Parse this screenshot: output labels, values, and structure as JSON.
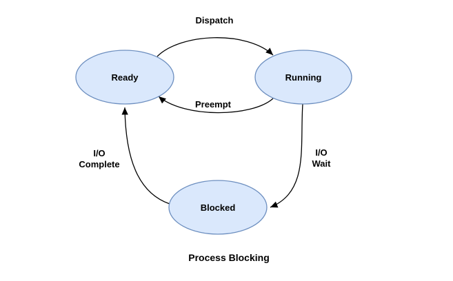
{
  "diagram": {
    "caption": "Process Blocking",
    "states": [
      {
        "id": "ready",
        "label": "Ready"
      },
      {
        "id": "running",
        "label": "Running"
      },
      {
        "id": "blocked",
        "label": "Blocked"
      }
    ],
    "transitions": [
      {
        "id": "dispatch",
        "from": "Ready",
        "to": "Running",
        "label": "Dispatch"
      },
      {
        "id": "preempt",
        "from": "Running",
        "to": "Ready",
        "label": "Preempt"
      },
      {
        "id": "io-wait",
        "from": "Running",
        "to": "Blocked",
        "label_line1": "I/O",
        "label_line2": "Wait"
      },
      {
        "id": "io-complete",
        "from": "Blocked",
        "to": "Ready",
        "label_line1": "I/O",
        "label_line2": "Complete"
      }
    ],
    "colors": {
      "state_fill": "#dae8fc",
      "state_stroke": "#6c8ebf",
      "arrow": "#000000",
      "text": "#000000",
      "background": "#ffffff"
    }
  }
}
